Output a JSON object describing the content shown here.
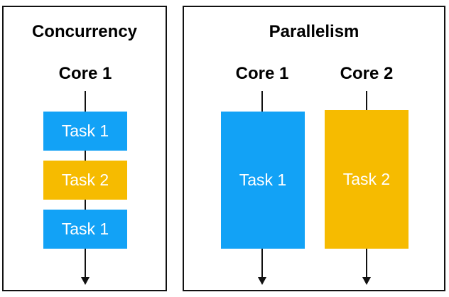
{
  "colors": {
    "task1": "#12a2f6",
    "task2": "#f6bb00",
    "border": "#111111"
  },
  "concurrency": {
    "title": "Concurrency",
    "core": "Core 1",
    "tasks": [
      "Task 1",
      "Task 2",
      "Task 1"
    ]
  },
  "parallelism": {
    "title": "Parallelism",
    "cores": [
      "Core 1",
      "Core 2"
    ],
    "tasks": [
      "Task 1",
      "Task 2"
    ]
  }
}
